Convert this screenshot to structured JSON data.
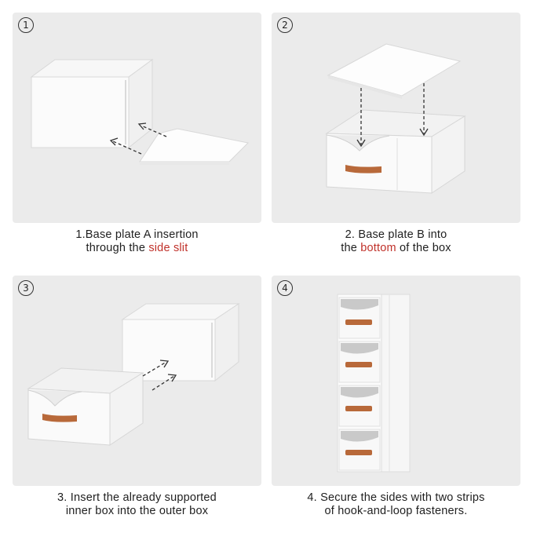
{
  "steps": [
    {
      "number": "1",
      "caption_line1": "1.Base plate A insertion",
      "caption_line2_before": "through the ",
      "caption_line2_highlight": "side slit",
      "caption_line2_after": ""
    },
    {
      "number": "2",
      "caption_line1": "2. Base plate B into",
      "caption_line2_before": "the ",
      "caption_line2_highlight": "bottom",
      "caption_line2_after": " of the box"
    },
    {
      "number": "3",
      "caption_line1": "3. Insert the already supported",
      "caption_line2_before": "inner box into the outer box",
      "caption_line2_highlight": "",
      "caption_line2_after": ""
    },
    {
      "number": "4",
      "caption_line1": "4. Secure the sides with two strips",
      "caption_line2_before": "of hook-and-loop fasteners.",
      "caption_line2_highlight": "",
      "caption_line2_after": ""
    }
  ],
  "colors": {
    "highlight": "#c0312a",
    "panel_bg": "#ebebeb",
    "handle": "#b8693a"
  }
}
